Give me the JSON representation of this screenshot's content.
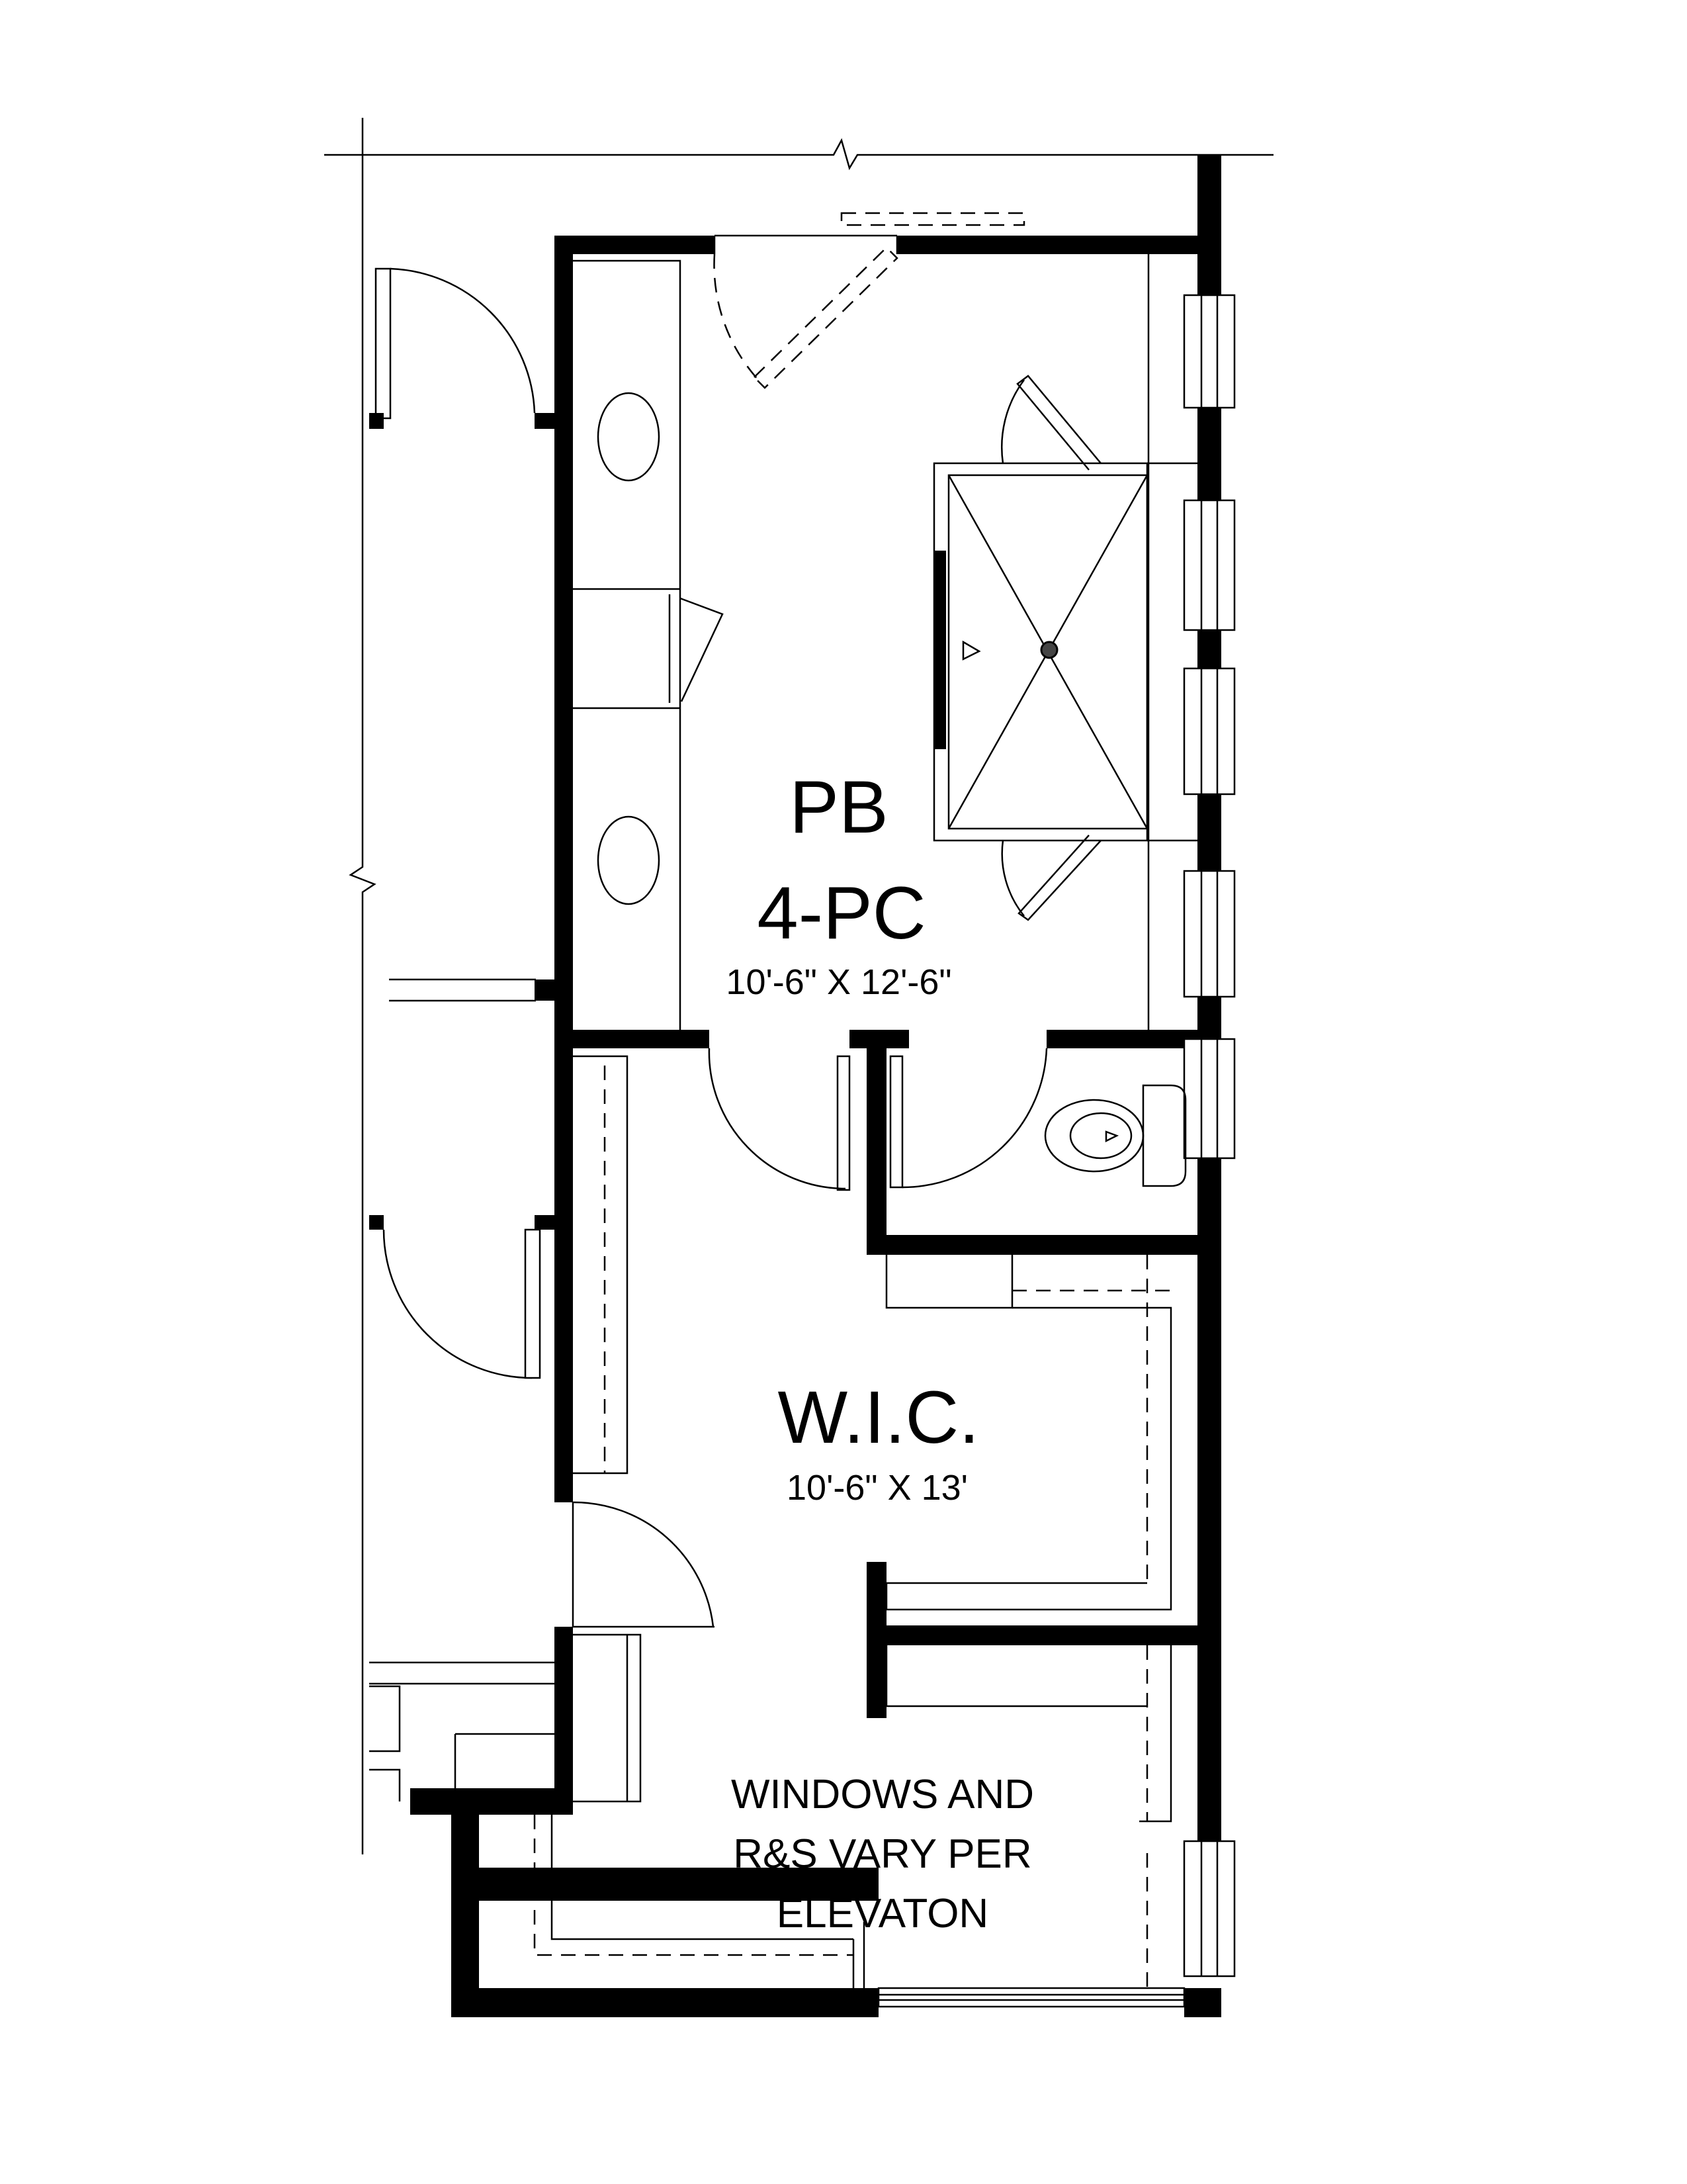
{
  "rooms": {
    "bath": {
      "name": "PB",
      "type": "4-PC",
      "size": "10'-6\" X 12'-6\""
    },
    "closet": {
      "name": "W.I.C.",
      "size": "10'-6\" X 13'"
    }
  },
  "note": {
    "line1": "WINDOWS AND",
    "line2": "R&S VARY PER",
    "line3": "ELEVATON"
  }
}
